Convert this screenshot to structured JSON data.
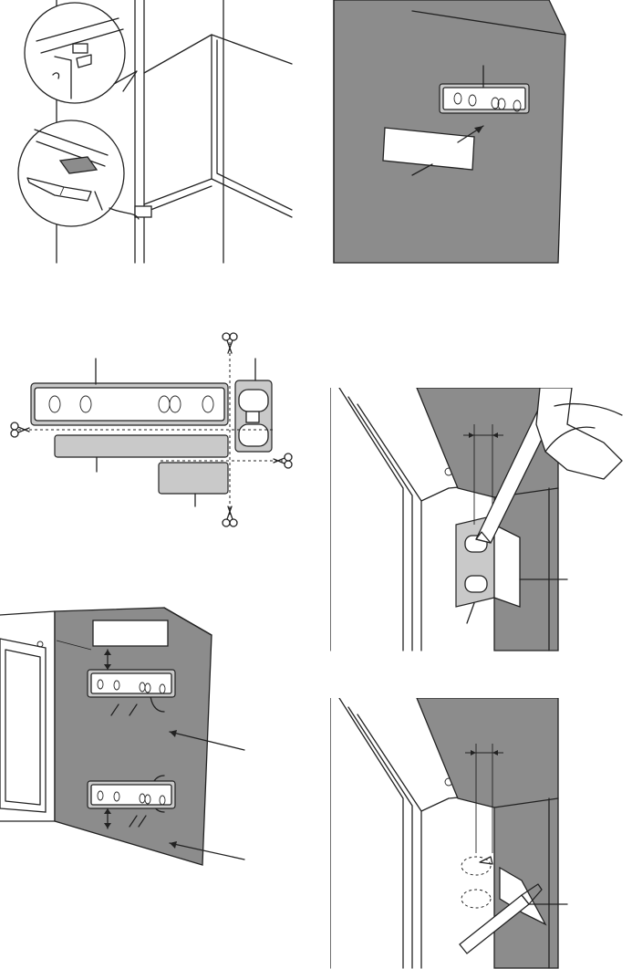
{
  "figures": [
    {
      "id": "fig-hinge-cover-detail",
      "icons": [
        "magnifier-callout-icon"
      ]
    },
    {
      "id": "fig-door-bracket-template"
    },
    {
      "id": "fig-cut-template",
      "icons": [
        "scissors-icon"
      ]
    },
    {
      "id": "fig-mark-hole",
      "icons": [
        "hand-pencil-icon"
      ]
    },
    {
      "id": "fig-door-brackets-mounted"
    },
    {
      "id": "fig-screw-bracket",
      "icons": [
        "screwdriver-icon"
      ]
    }
  ],
  "colors": {
    "ink": "#222222",
    "panel_grey": "#8c8c8c",
    "light_grey": "#c9c9c9",
    "background": "#ffffff"
  }
}
